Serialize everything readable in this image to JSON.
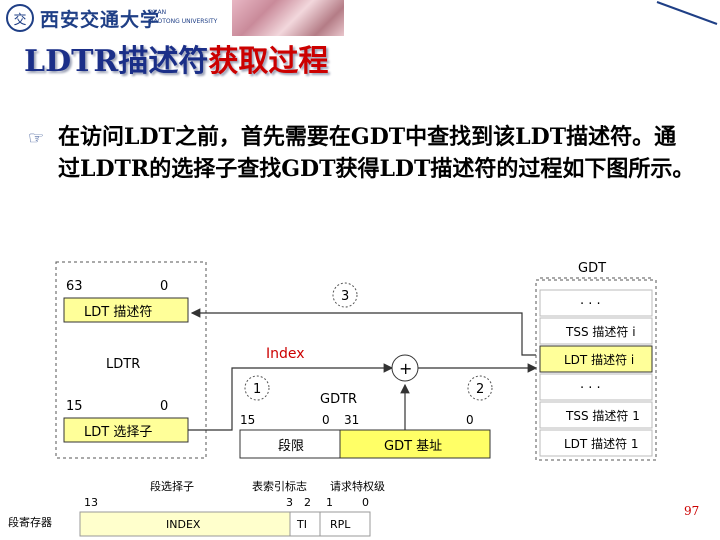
{
  "logo": {
    "emblem": "交",
    "cn": "西安交通大学",
    "en_line1": "XI'AN",
    "en_line2": "JIAOTONG UNIVERSITY"
  },
  "title": {
    "part1": "LDTR描述符",
    "part2": "获取过程"
  },
  "bullet": "在访问LDT之前，首先需要在GDT中查找到该LDT描述符。通过LDTR的选择子查找GDT获得LDT描述符的过程如下图所示。",
  "diagram": {
    "ldtr_box": {
      "bit_high": "63",
      "bit_low": "0",
      "descriptor_label": "LDT 描述符",
      "register_label": "LDTR",
      "sel_bit_high": "15",
      "sel_bit_low": "0",
      "selector_label": "LDT 选择子"
    },
    "index_label": "Index",
    "plus": "+",
    "steps": [
      "1",
      "2",
      "3"
    ],
    "gdtr": {
      "label": "GDTR",
      "bit_15": "15",
      "bit_0a": "0",
      "bit_31": "31",
      "bit_0b": "0",
      "limit_label": "段限",
      "base_label": "GDT 基址"
    },
    "gdt": {
      "title": "GDT",
      "rows": [
        "· · ·",
        "TSS 描述符 i",
        "LDT 描述符 i",
        "· · ·",
        "TSS 描述符 1",
        "LDT 描述符 1"
      ]
    },
    "selector_fields": {
      "label_index": "段选择子",
      "label_ti": "表索引标志",
      "label_rpl": "请求特权级",
      "bit_13": "13",
      "bit_3": "3",
      "bit_2": "2",
      "bit_1": "1",
      "bit_0": "0",
      "register_label": "段寄存器",
      "index": "INDEX",
      "ti": "TI",
      "rpl": "RPL"
    }
  },
  "page_number": "97",
  "colors": {
    "title_blue": "#1b2f88",
    "title_red": "#cc0000",
    "yellow": "#ffff99",
    "gdt_base_yellow": "#ffff66",
    "line_blue": "#3344aa"
  }
}
